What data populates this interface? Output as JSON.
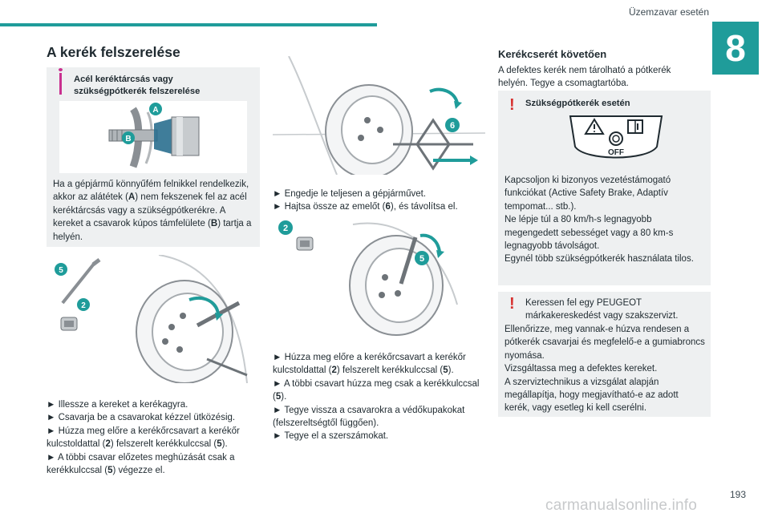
{
  "header": {
    "title": "Üzemzavar esetén",
    "chapter": "8",
    "page_number": "193"
  },
  "watermark": "carmanualsonline.info",
  "section_title": "A kerék felszerelése",
  "note1": {
    "title": "Acél keréktárcsás vagy szükségpótkerék felszerelése",
    "labels": {
      "a": "A",
      "b": "B"
    },
    "text_1": "Ha a gépjármű könnyűfém felnikkel rendelkezik, akkor az alátétek (",
    "text_a": "A",
    "text_2": ") nem fekszenek fel az acél keréktárcsás vagy a szükségpótkerékre. A kereket a csavarok kúpos támfelülete (",
    "text_b": "B",
    "text_3": ") tartja a helyén."
  },
  "col1_steps": [
    "► Illessze a kereket a kerékagyra.",
    "► Csavarja be a csavarokat kézzel ütközésig.",
    "► Húzza meg előre a kerékőrcsavart a kerékőr kulcstoldattal (",
    "2",
    ") felszerelt kerékkulccsal (",
    "5",
    ").",
    "► A többi csavar előzetes meghúzását csak a kerékkulccsal (",
    "5",
    ") végezze el."
  ],
  "illus1_badges": [
    "5",
    "2"
  ],
  "illus2_badges": [
    "6"
  ],
  "illus3_badges": [
    "2",
    "5"
  ],
  "col2_steps_a": {
    "line1": "► Engedje le teljesen a gépjárművet.",
    "line2_a": "► Hajtsa össze az emelőt (",
    "line2_b": "6",
    "line2_c": "), és távolítsa el."
  },
  "col2_steps_b": {
    "p1_a": "► Húzza meg előre a kerékőrcsavart a kerékőr kulcstoldattal (",
    "p1_b": "2",
    "p1_c": ") felszerelt kerékkulccsal (",
    "p1_d": "5",
    "p1_e": ").",
    "p2_a": "► A többi csavart húzza meg csak a kerékkulccsal (",
    "p2_b": "5",
    "p2_c": ").",
    "p3": "► Tegye vissza a csavarokra a védőkupakokat (felszereltségtől függően).",
    "p4": "► Tegye el a szerszámokat."
  },
  "col3": {
    "title": "Kerékcserét követően",
    "intro": "A defektes kerék nem tárolható a pótkerék helyén. Tegye a csomagtartóba.",
    "warn_title": "Szükségpótkerék esetén",
    "off_label": "OFF",
    "warn_text": [
      "Kapcsoljon ki bizonyos vezetéstámogató funkciókat (Active Safety Brake, Adaptív tempomat... stb.).",
      "Ne lépje túl a 80 km/h-s legnagyobb megengedett sebességet vagy a 80 km-s legnagyobb távolságot.",
      "Egynél több szükségpótkerék használata tilos."
    ],
    "warn2_lines": [
      "Keressen fel egy PEUGEOT",
      "márkakereskedést vagy szakszervizt."
    ],
    "warn2_text": [
      "Ellenőrizze, meg vannak-e húzva rendesen a pótkerék csavarjai és megfelelő-e a gumiabroncs nyomása.",
      "Vizsgáltassa meg a defektes kereket.",
      "A szerviztechnikus a vizsgálat alapján megállapítja, hogy megjavítható-e az adott kerék, vagy esetleg ki kell cserélni."
    ],
    "warn_icon": "!"
  },
  "icons": [
    "warning-triangle-icon",
    "manual-book-icon",
    "safety-off-icon",
    "exclamation-icon"
  ],
  "colors": {
    "accent": "#1f9c9a",
    "note_bar": "#c9308f",
    "warning": "#d7312f",
    "box_bg": "#eef0f1"
  }
}
